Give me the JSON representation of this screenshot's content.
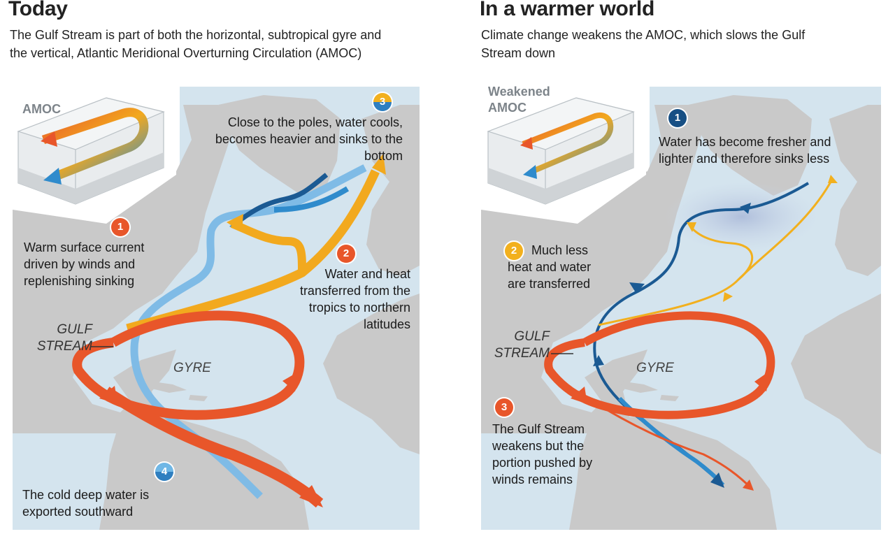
{
  "today": {
    "title": "Today",
    "subtitle": "The Gulf Stream is part of both the horizontal, subtropical gyre and the vertical, Atlantic Meridional Overturning Circulation (AMOC)",
    "amoc_label": "AMOC",
    "gulf_stream_label": "GULF\nSTREAM",
    "gyre_label": "GYRE",
    "callouts": [
      {
        "number": "1",
        "text": "Warm surface current driven by winds and replenishing sinking"
      },
      {
        "number": "2",
        "text": "Water and heat transferred from the tropics to northern latitudes"
      },
      {
        "number": "3",
        "text": "Close to the poles, water cools, becomes heavier and sinks to the bottom"
      },
      {
        "number": "4",
        "text": "The cold deep water is exported southward"
      }
    ]
  },
  "warmer": {
    "title": "In a warmer world",
    "subtitle": "Climate change weakens the AMOC, which slows the Gulf Stream down",
    "amoc_label": "Weakened\nAMOC",
    "gulf_stream_label": "GULF\nSTREAM",
    "gyre_label": "GYRE",
    "callouts": [
      {
        "number": "1",
        "text": "Water has become fresher and lighter and therefore sinks less"
      },
      {
        "number": "2",
        "text": "Much less heat and water are transferred"
      },
      {
        "number": "3",
        "text": "The Gulf Stream weakens but the portion pushed by winds remains"
      }
    ]
  },
  "colors": {
    "ocean": "#d4e4ee",
    "land": "#c9c9c9",
    "warm_current": "#e8562a",
    "heat_current": "#f2a91e",
    "cold_current": "#2f8bcc",
    "deep_navy": "#174f84"
  }
}
